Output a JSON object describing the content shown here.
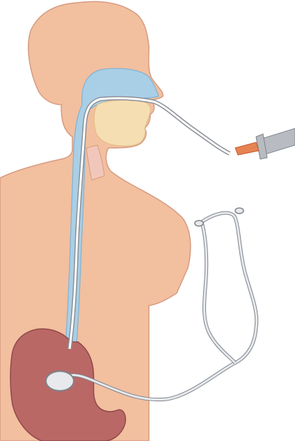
{
  "illustration": {
    "colors": {
      "skin": "#f2bf9f",
      "skin_outline": "#d59b80",
      "airway": "#a9cfe6",
      "airway_outline": "#7fb2d2",
      "jaw": "#f6deb3",
      "jaw_outline": "#e2c08a",
      "trachea": "#f2c7bb",
      "stomach": "#b96866",
      "stomach_outline": "#8f4848",
      "tube": "#ffffff",
      "tube_outline": "#8a8f96",
      "syringe_barrel": "#b8bcc2",
      "syringe_tip": "#e58452",
      "stethoscope": "#e7e9ec",
      "stethoscope_outline": "#7d838b"
    },
    "parts": [
      "human-torso",
      "nasal-airway",
      "jaw",
      "trachea",
      "stomach",
      "nasogastric-tube",
      "syringe",
      "stethoscope"
    ]
  }
}
